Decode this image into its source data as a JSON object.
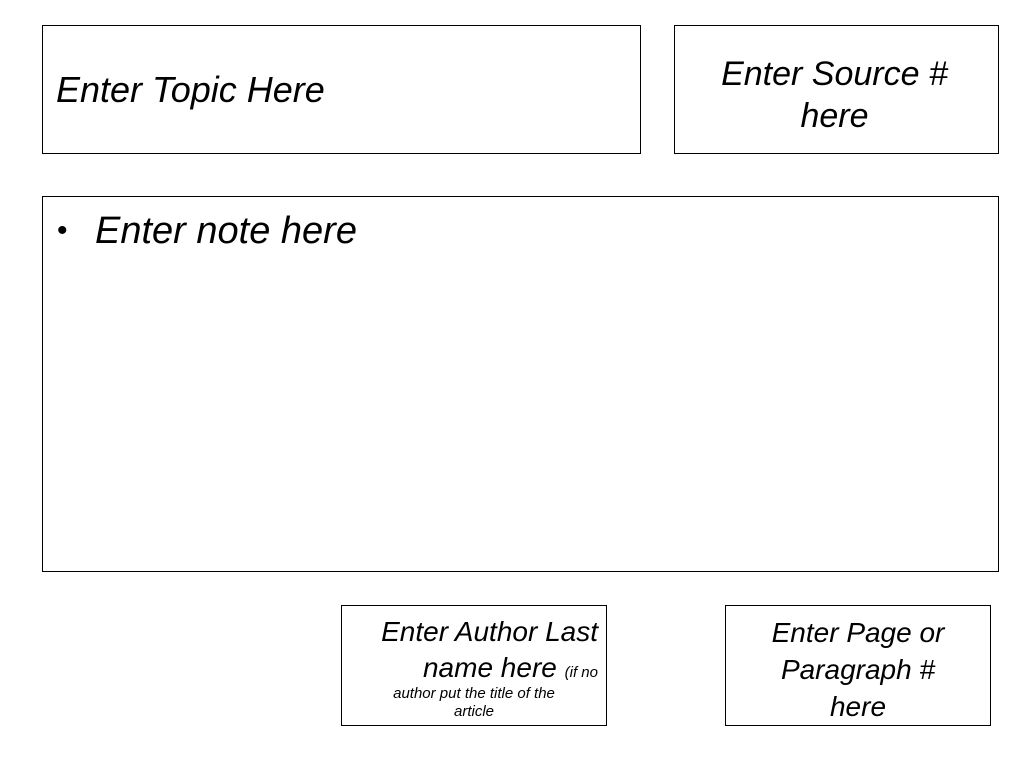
{
  "topic": {
    "label": "Enter Topic Here"
  },
  "source": {
    "line1": "Enter Source #",
    "line2": "here"
  },
  "note": {
    "bullet": "•",
    "text": "Enter note here"
  },
  "author": {
    "line1": "Enter Author Last",
    "line2": "name here",
    "hint_inline": "(if no",
    "hint_line1": "author put the title of the",
    "hint_line2": "article"
  },
  "page": {
    "line1": "Enter Page or",
    "line2": "Paragraph #",
    "line3": "here"
  }
}
